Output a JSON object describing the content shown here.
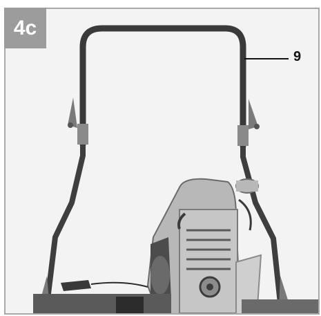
{
  "figure": {
    "step_label": "4c",
    "callout_number": "9"
  },
  "colors": {
    "badge_background": "#9c9c9c",
    "frame_border": "#a8a8a8",
    "handle": "#3c3c3c",
    "engine_light": "#bdbdbd",
    "engine_dark": "#4a4a4a"
  },
  "icons": [
    "lawnmower-handle-photo",
    "engine-photo",
    "callout-leader-line"
  ]
}
